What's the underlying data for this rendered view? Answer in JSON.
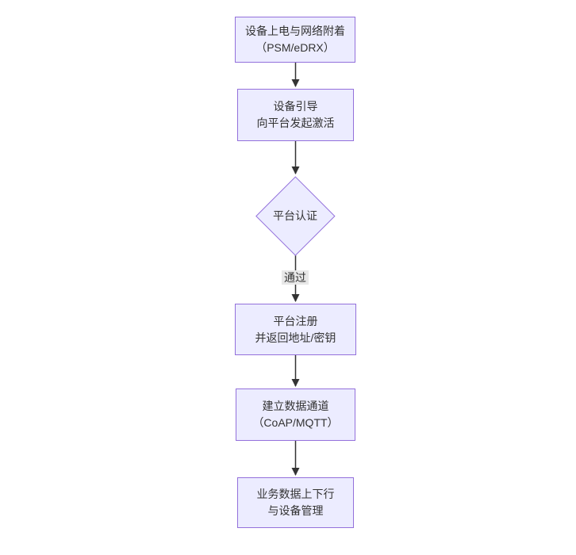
{
  "diagram": {
    "type": "flowchart",
    "direction": "top-down",
    "colors": {
      "node_fill": "#ECECFF",
      "node_border": "#9370DB",
      "text": "#333333",
      "arrow": "#333333",
      "edge_label_bg": "#e8e8e8",
      "background": "#ffffff"
    },
    "nodes": [
      {
        "id": "power-attach",
        "type": "rect",
        "lines": [
          "设备上电与网络附着",
          "（PSM/eDRX）"
        ]
      },
      {
        "id": "bootstrap",
        "type": "rect",
        "lines": [
          "设备引导",
          "向平台发起激活"
        ]
      },
      {
        "id": "platform-auth",
        "type": "diamond",
        "lines": [
          "平台认证"
        ]
      },
      {
        "id": "register",
        "type": "rect",
        "lines": [
          "平台注册",
          "并返回地址/密钥"
        ]
      },
      {
        "id": "data-channel",
        "type": "rect",
        "lines": [
          "建立数据通道",
          "（CoAP/MQTT）"
        ]
      },
      {
        "id": "business",
        "type": "rect",
        "lines": [
          "业务数据上下行",
          "与设备管理"
        ]
      }
    ],
    "edges": [
      {
        "from": "power-attach",
        "to": "bootstrap",
        "label": ""
      },
      {
        "from": "bootstrap",
        "to": "platform-auth",
        "label": ""
      },
      {
        "from": "platform-auth",
        "to": "register",
        "label": "通过"
      },
      {
        "from": "register",
        "to": "data-channel",
        "label": ""
      },
      {
        "from": "data-channel",
        "to": "business",
        "label": ""
      }
    ]
  }
}
